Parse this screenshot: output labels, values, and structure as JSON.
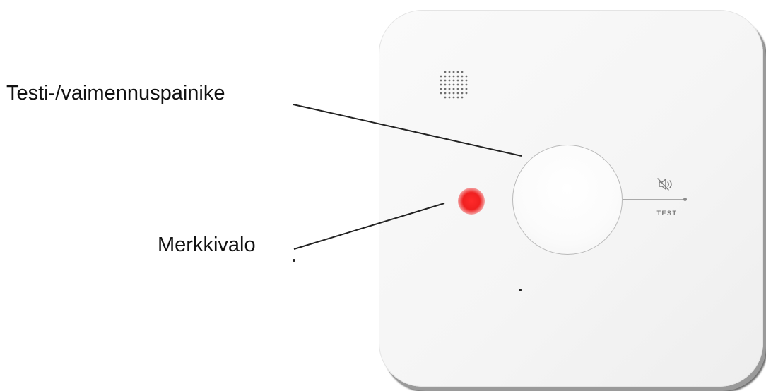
{
  "callouts": {
    "test_button_label": "Testi-/vaimennuspainike",
    "indicator_light_label": "Merkkivalo"
  },
  "device": {
    "test_text": "TEST",
    "led_color": "#f02020"
  },
  "icons": {
    "speaker": "speaker-grille-icon",
    "mute": "speaker-mute-icon"
  }
}
